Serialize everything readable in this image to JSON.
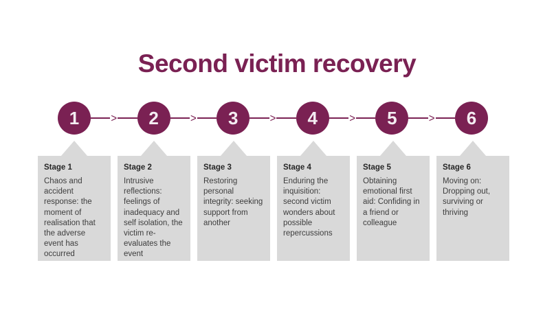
{
  "slide": {
    "title": "Second victim recovery",
    "colors": {
      "accent_plum": "#7a2153",
      "box_background": "#d9d9d9",
      "heading_text": "#262626",
      "body_text": "#3d3d3d",
      "slide_background": "#ffffff",
      "circle_number_text": "#f4ecf2"
    },
    "connector_icon": ">",
    "stages": [
      {
        "number": "1",
        "label": "Stage 1",
        "description": "Chaos and accident response: the moment of realisation that the adverse event has occurred"
      },
      {
        "number": "2",
        "label": "Stage 2",
        "description": "Intrusive reflections: feelings of inadequacy and self isolation, the victim re-evaluates the event"
      },
      {
        "number": "3",
        "label": "Stage 3",
        "description": "Restoring personal integrity: seeking support from another"
      },
      {
        "number": "4",
        "label": "Stage 4",
        "description": "Enduring the inquisition: second victim wonders about possible repercussions"
      },
      {
        "number": "5",
        "label": "Stage 5",
        "description": "Obtaining emotional first aid: Confiding in a friend or colleague"
      },
      {
        "number": "6",
        "label": "Stage 6",
        "description": "Moving on: Dropping out, surviving or thriving"
      }
    ]
  }
}
